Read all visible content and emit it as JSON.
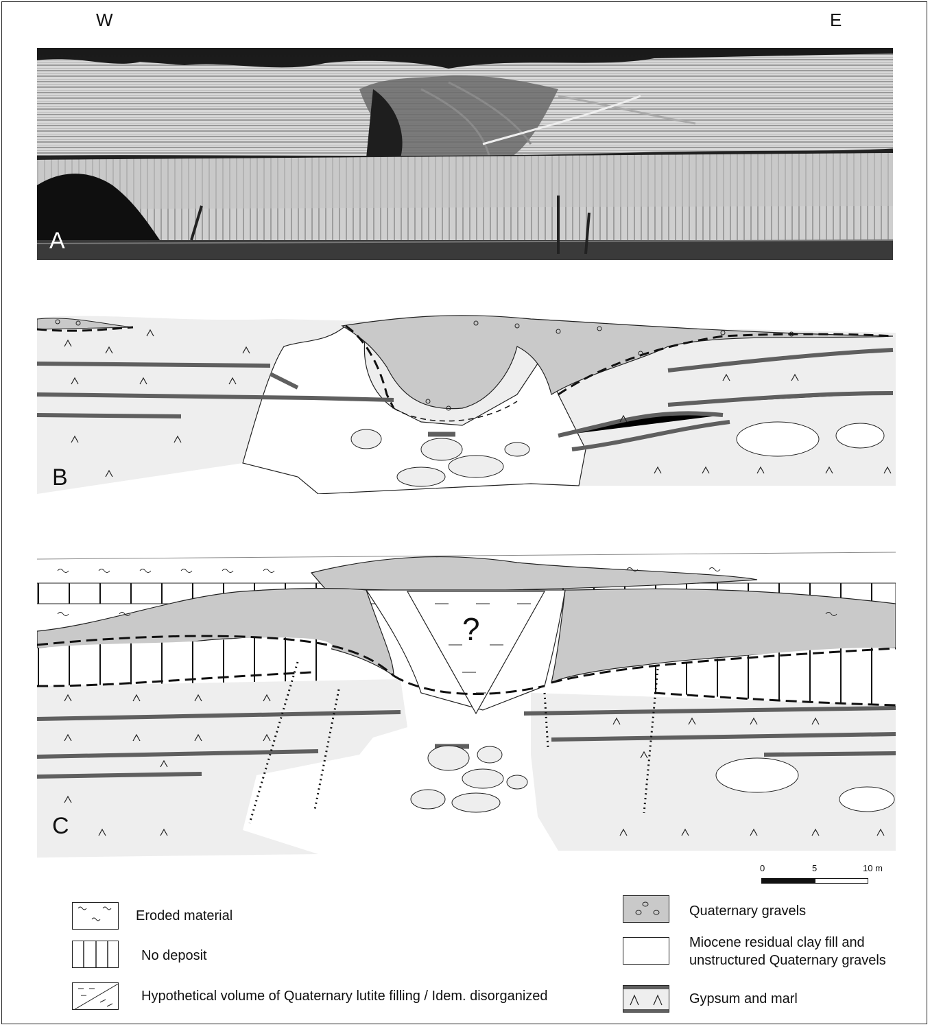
{
  "orientation": {
    "west": "W",
    "east": "E"
  },
  "panels": {
    "a": "A",
    "b": "B",
    "c": "C"
  },
  "panel_c_annotation": "?",
  "scale_bar": {
    "ticks": [
      "0",
      "5",
      "10 m"
    ]
  },
  "legend": {
    "eroded": "Eroded material",
    "no_deposit": "No deposit",
    "lutite": "Hypothetical volume of Quaternary lutite filling / Idem. disorganized",
    "gravels": "Quaternary gravels",
    "miocene_1": "Miocene residual clay fill and",
    "miocene_2": "unstructured Quaternary gravels",
    "gypsum": "Gypsum and marl"
  },
  "colors": {
    "gypsum_fill": "#eeeeee",
    "gravel_fill": "#c9c9c9",
    "marl_band": "#5f5f5f",
    "outline": "#222222"
  }
}
